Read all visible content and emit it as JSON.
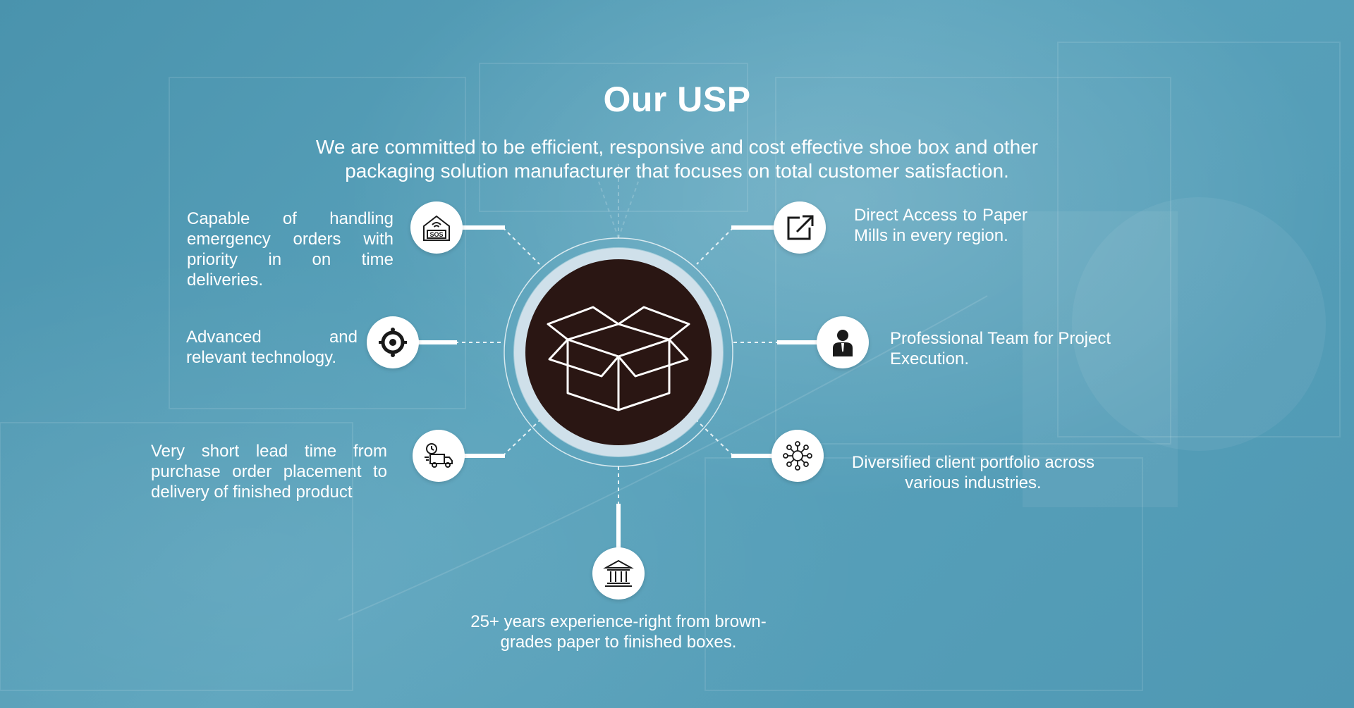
{
  "heading": {
    "title": "Our USP",
    "subtitle": "We are committed to be efficient, responsive and cost effective shoe box and other packaging solution manufacturer that focuses on total customer satisfaction."
  },
  "hub": {
    "icon": "open-box-icon"
  },
  "features": {
    "emergency": {
      "text": "Capable of handling emergency orders with priority in on time deliveries.",
      "icon": "sos-house-icon"
    },
    "technology": {
      "text": "Advanced and relevant technology.",
      "icon": "target-ring-icon"
    },
    "lead_time": {
      "text": "Very short lead time from purchase order placement to delivery of finished product",
      "icon": "delivery-truck-icon"
    },
    "experience": {
      "text": "25+ years experience-right from brown-grades paper to finished boxes.",
      "icon": "institution-building-icon"
    },
    "paper_mills": {
      "text": "Direct Access to Paper Mills in every region.",
      "icon": "external-link-icon"
    },
    "team": {
      "text": "Professional Team for Project Execution.",
      "icon": "businessman-icon"
    },
    "portfolio": {
      "text": "Diversified client portfolio across various industries.",
      "icon": "network-nodes-icon"
    }
  },
  "colors": {
    "background": "#4f98b3",
    "hub_ring": "#cfe0ea",
    "hub_center": "#2a1613",
    "text": "#ffffff"
  }
}
